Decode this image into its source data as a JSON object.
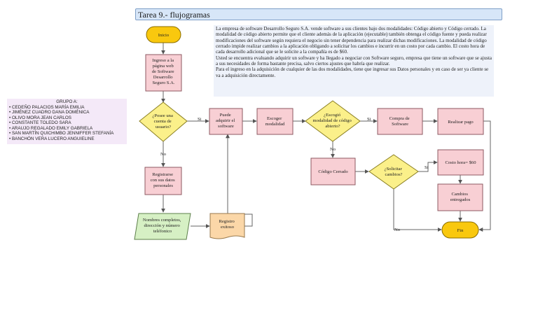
{
  "title": "Tarea 9.- flujogramas",
  "description": [
    "La empresa de software Desarrollo Seguro S.A. vende software a sus clientes bajo dos modalidades: Código abierto y Código cerrado.  La modalidad de código abierto permite que el cliente además de la aplicación (ejecutable) también obtenga el código fuente y pueda realizar modificaciones del software según requiera el negocio sin tener dependencia para realizar dichas modificaciones.  La modalidad de código cerrado impide realizar cambios a la aplicación obligando a solicitar los cambios e incurrir en un costo por cada cambio.  El costo hora de cada desarrollo adicional que se le solicite a la compañía es de $60.",
    "Usted se encuentra evaluando adquirir un software y ha llegado a negociar con Software seguro,  empresa que tiene un software que se ajusta a sus necesidades de forma bastante precisa, salvo ciertos ajustes que habría que realizar.",
    "Para el ingreso en la adquisición de cualquier de las dos modalidades, tiene que ingresar sus Datos personales y en caso de ser ya cliente se va a adquisición directamente."
  ],
  "group": {
    "title": "GRUPO A:",
    "members": [
      "• CEDEÑO PALACIOS MARÍA EMILIA",
      "• JIMÉNEZ CUADRO DANA DOMÉNICA",
      "• OLIVO MORA JEAN CARLOS",
      "• CONSTANTE TOLEDO SARA",
      "• ARAUJO REGALADO EMILY GABRIELA",
      "• SAN MARTÍN QUICHIMBO JENNIFFER STEFANÍA",
      "• BANCHÓN VERA LUCERO ANGUIELINE"
    ]
  },
  "flow": {
    "inicio": "Inicio",
    "ingreso": [
      "Ingreso a la",
      "página web",
      "de Software",
      "Desarrollo",
      "Seguro S.A."
    ],
    "posee": [
      "¿Posee una",
      "cuenta de",
      "usuario?"
    ],
    "puede": [
      "Puede",
      "adquirir el",
      "software"
    ],
    "escoger": [
      "Escoger",
      "modalidad"
    ],
    "escogio": [
      "¿Escogió",
      "modalidad de código",
      "abierto?"
    ],
    "compra": [
      "Compra de",
      "Software"
    ],
    "pago": "Realizar pago",
    "registrarse": [
      "Registrarse",
      "con sus datos",
      "personales"
    ],
    "nombres": [
      "Nombres completos,",
      "dirección y número",
      "teléfonico"
    ],
    "registro": [
      "Registro",
      "exitoso"
    ],
    "cerrado": "Código Cerrado",
    "solicitar": [
      "¿Solicitar",
      "cambios?"
    ],
    "costo": "Costo hora= $60",
    "cambios": [
      "Cambios",
      "entregados"
    ],
    "fin": "Fin",
    "si": "Si",
    "no": "No"
  },
  "colors": {
    "terminal": "#f9c80e",
    "process": "#f8cfd4",
    "decision": "#fbf08a",
    "data": "#d6f0c4",
    "document": "#fbd7a8"
  }
}
